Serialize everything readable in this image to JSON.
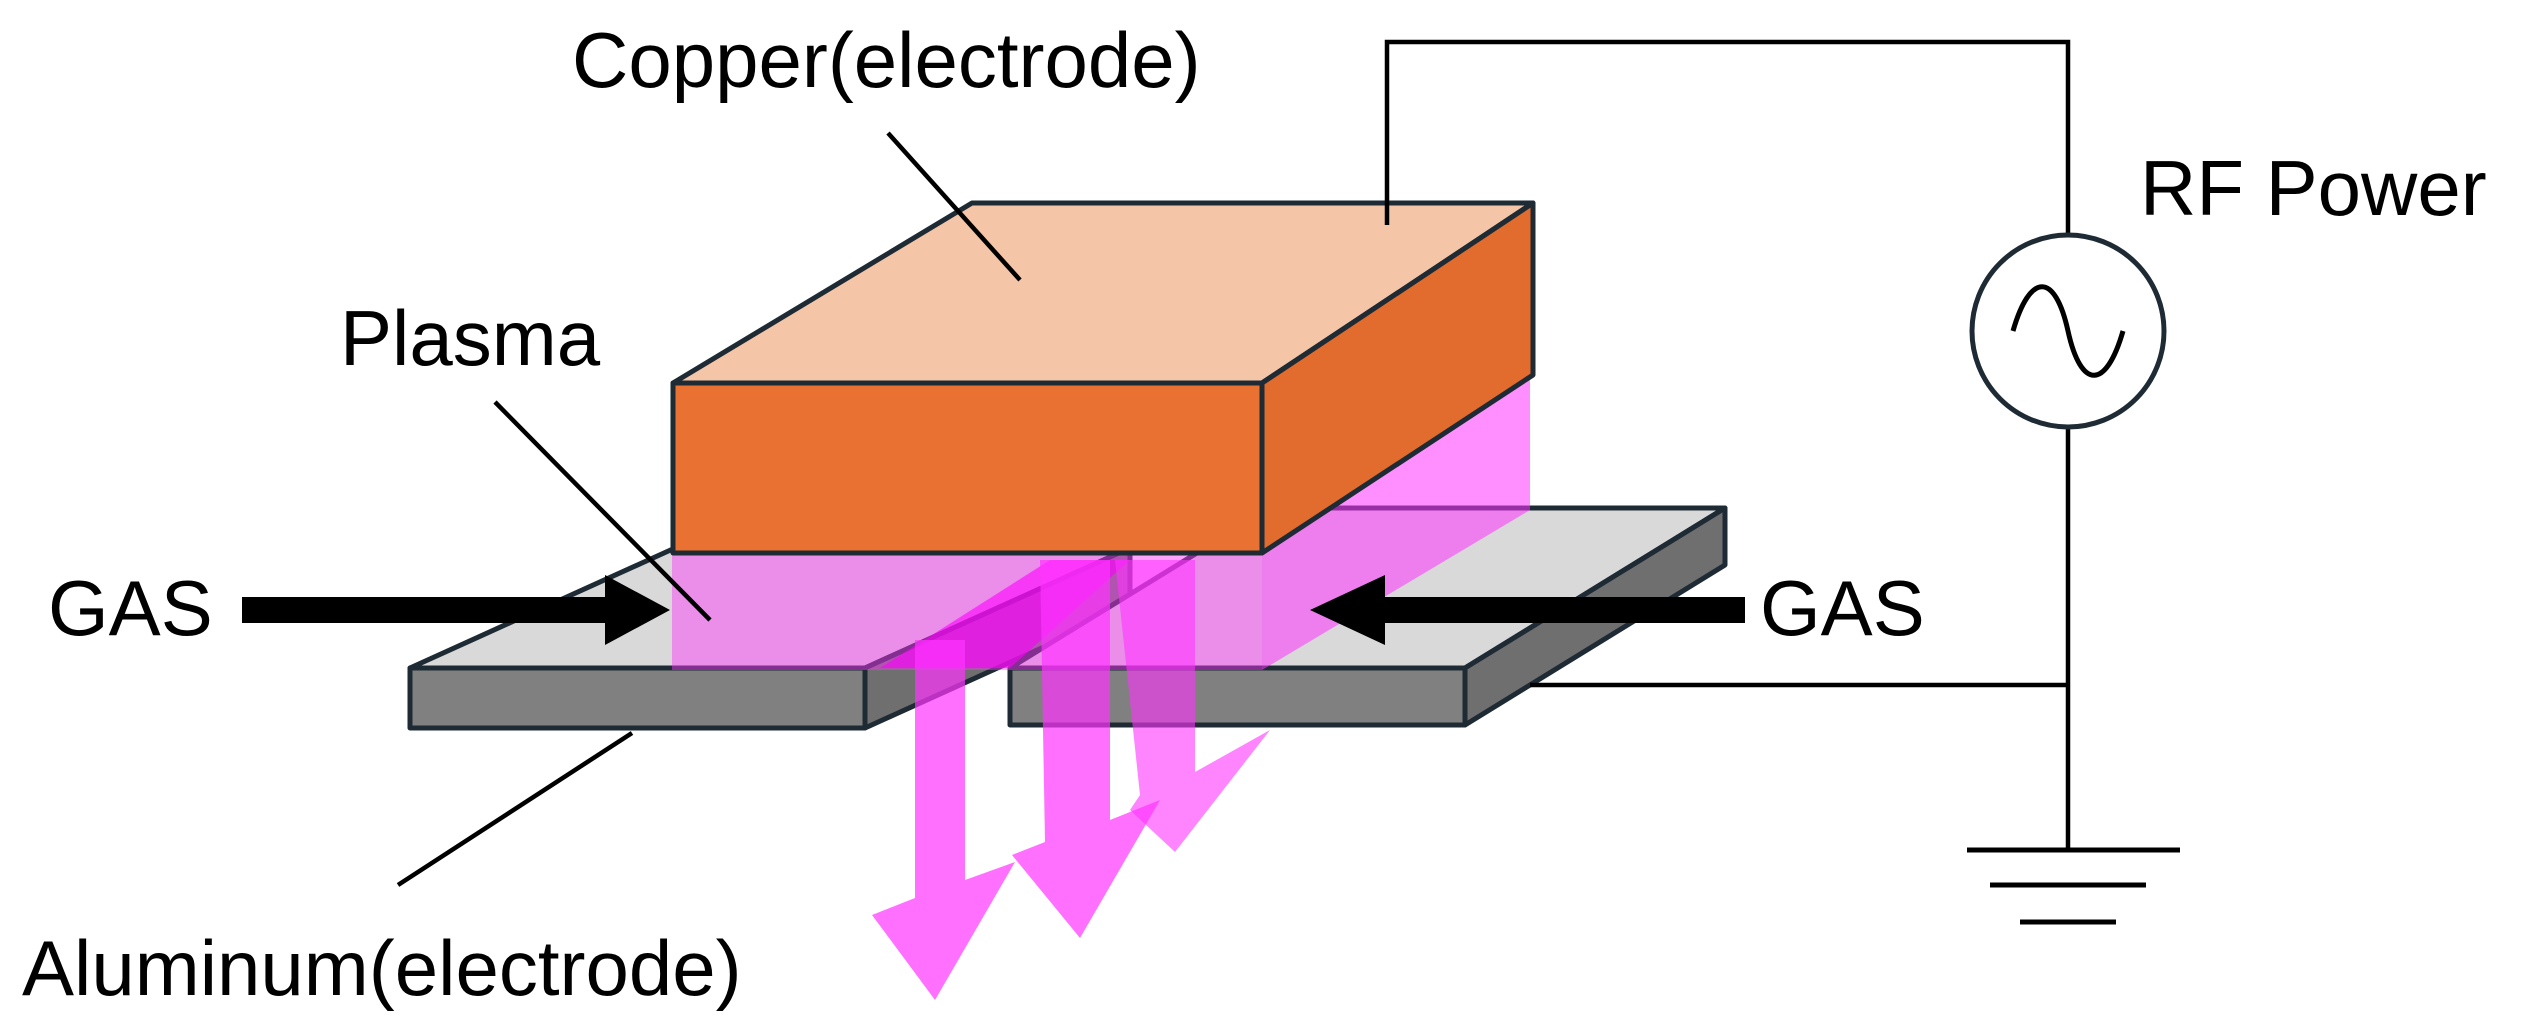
{
  "labels": {
    "copper": "Copper(electrode)",
    "plasma": "Plasma",
    "gas_left": "GAS",
    "gas_right": "GAS",
    "rf_power": "RF Power",
    "aluminum": "Aluminum(electrode)"
  },
  "colors": {
    "copper_top": "#f5c5a8",
    "copper_side": "#e97132",
    "plasma": "#ff33ff",
    "aluminum_top": "#d9d9d9",
    "aluminum_side": "#808080",
    "outline": "#1e2b35",
    "wire": "#000000"
  },
  "icons": {
    "rf_source": "ac-source-symbol",
    "ground": "ground-symbol",
    "gas_flow": "arrow"
  }
}
